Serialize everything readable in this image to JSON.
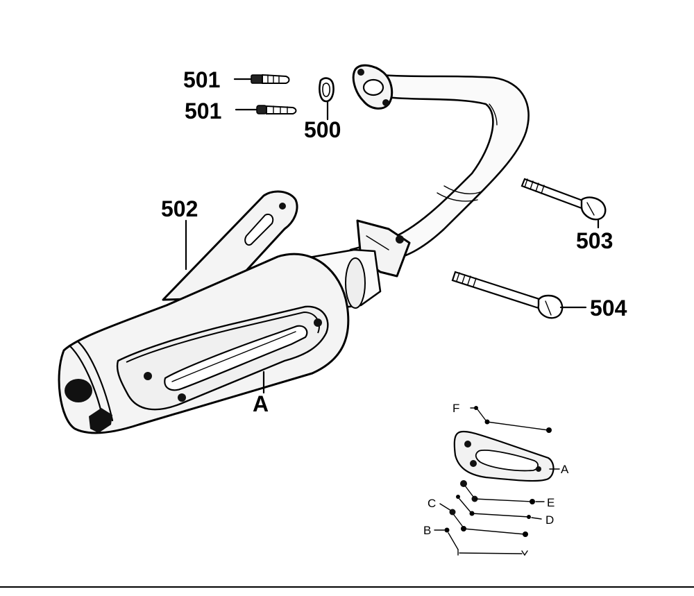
{
  "parts": [
    {
      "id": "bolt_1",
      "label": "501"
    },
    {
      "id": "bolt_2",
      "label": "501"
    },
    {
      "id": "gasket",
      "label": "500"
    },
    {
      "id": "muffler",
      "label": "502"
    },
    {
      "id": "bolt_long_1",
      "label": "503"
    },
    {
      "id": "bolt_long_2",
      "label": "504"
    },
    {
      "id": "heat_shield_callout",
      "label": "A"
    }
  ],
  "detail_inset": {
    "labels": {
      "A": "A",
      "B": "B",
      "C": "C",
      "D": "D",
      "E": "E",
      "F": "F"
    }
  }
}
